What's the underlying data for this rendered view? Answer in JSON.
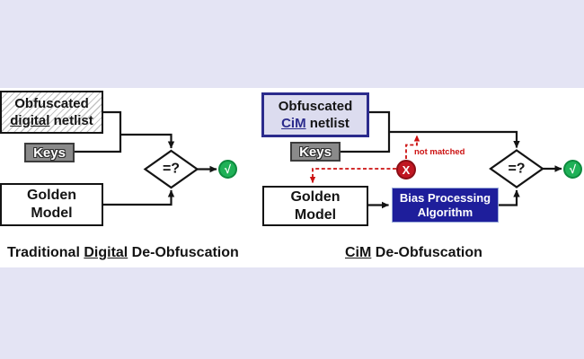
{
  "colors": {
    "band": "#e4e4f4",
    "panel": "#ffffff",
    "ink": "#141414",
    "hatch_line": "#c4c4c4",
    "gray_fill": "#8a8a8a",
    "gray_border": "#3c3c3c",
    "navy": "#2b2b8c",
    "cim_fill": "#dcdcef",
    "bias_bg": "#1e1e9b",
    "bias_border": "#98aad8",
    "red": "#cc1111",
    "red_fill": "#c01722",
    "red_dark": "#8a0f16",
    "green": "#1fb157",
    "green_dark": "#0e8a3e"
  },
  "left_diagram": {
    "netlist_box": {
      "line1": "Obfuscated",
      "underlined": "digital",
      "rest": " netlist"
    },
    "keys_label": "Keys",
    "golden_model_label": "Golden\nModel",
    "comparator_label": "=?",
    "check_icon_glyph": "√",
    "caption": {
      "pre": "Traditional ",
      "underlined": "Digital",
      "post": " De-Obfuscation"
    }
  },
  "right_diagram": {
    "netlist_box": {
      "line1": "Obfuscated",
      "underlined": "CiM",
      "rest": " netlist"
    },
    "keys_label": "Keys",
    "golden_model_label": "Golden\nModel",
    "bias_box_label": "Bias Processing\nAlgorithm",
    "comparator_label": "=?",
    "check_icon_glyph": "√",
    "cross_icon_glyph": "X",
    "not_matched_label": "not matched",
    "caption": {
      "underlined": "CiM",
      "post": " De-Obfuscation"
    }
  }
}
